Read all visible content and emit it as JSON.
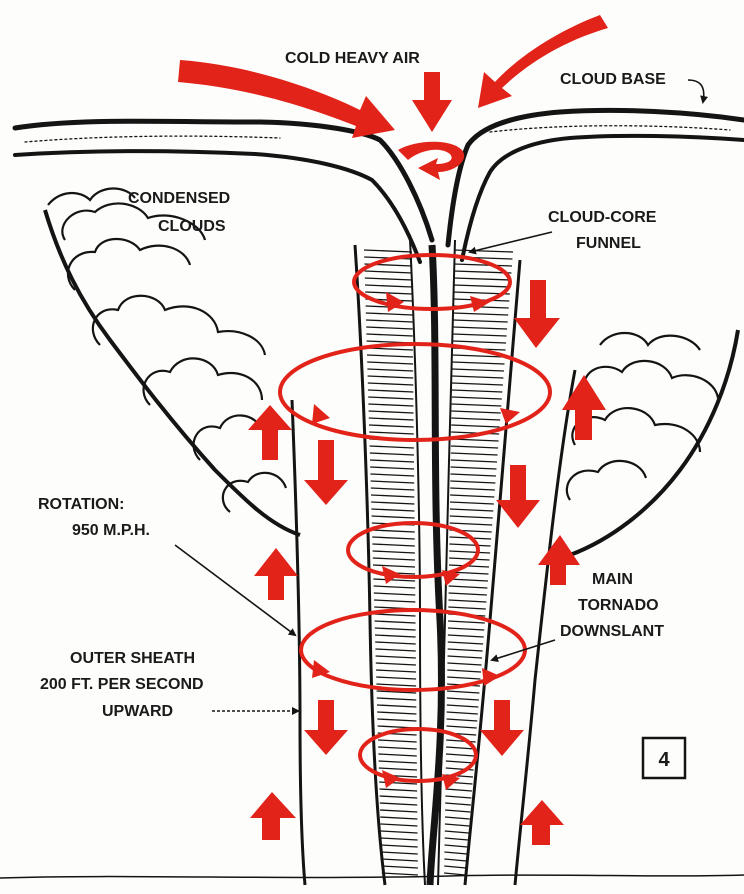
{
  "labels": {
    "cold_heavy_air": "COLD HEAVY AIR",
    "cloud_base": "CLOUD BASE",
    "condensed_clouds_1": "CONDENSED",
    "condensed_clouds_2": "CLOUDS",
    "cloud_core_1": "CLOUD-CORE",
    "cloud_core_2": "FUNNEL",
    "rotation_1": "ROTATION:",
    "rotation_2": "950 M.P.H.",
    "main_1": "MAIN",
    "main_2": "TORNADO",
    "main_3": "DOWNSLANT",
    "outer_1": "OUTER SHEATH",
    "outer_2": "200 FT. PER SECOND",
    "outer_3": "UPWARD",
    "figure_number": "4"
  },
  "colors": {
    "arrow_red": "#e2231a",
    "ink": "#141414",
    "paper": "#fdfdfb"
  }
}
